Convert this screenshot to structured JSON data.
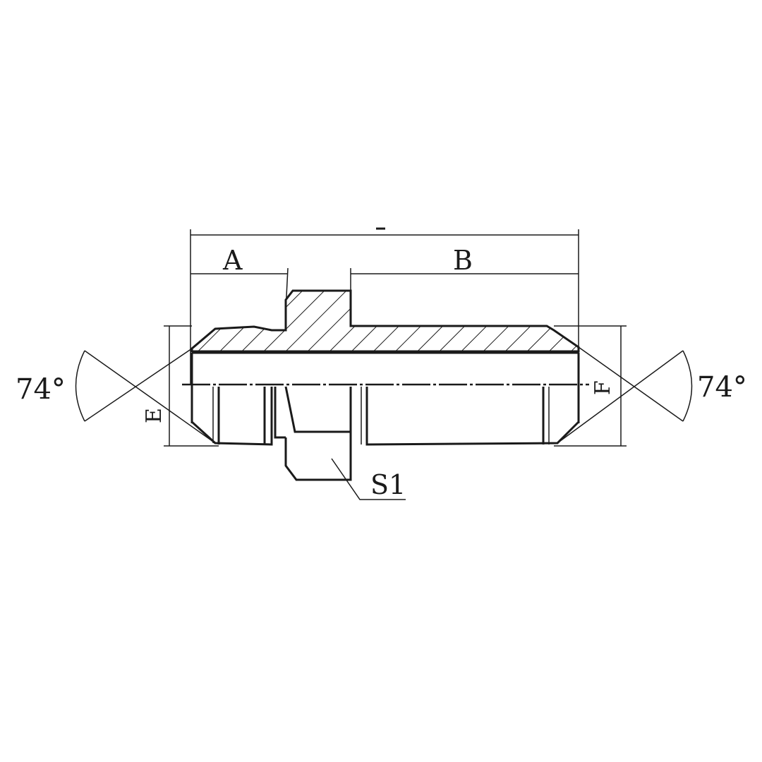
{
  "drawing": {
    "labels": {
      "dim_a": "A",
      "dim_b": "B",
      "dim_e": "E",
      "dim_f": "F",
      "hex": "S1",
      "angle_left": "74°",
      "angle_right": "74°"
    },
    "colors": {
      "line": "#1a1a1a",
      "background": "#ffffff"
    }
  }
}
